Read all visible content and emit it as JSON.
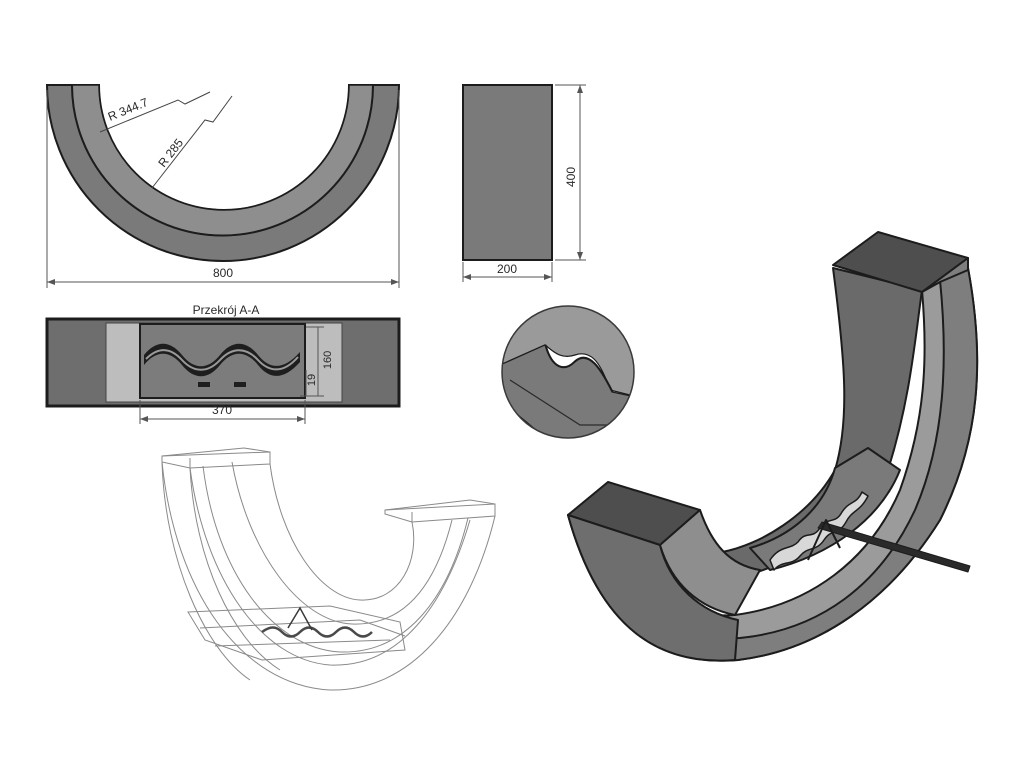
{
  "dimensions": {
    "radius_outer": "R 344.7",
    "radius_inner": "R 285",
    "width_total": "800",
    "side_height": "400",
    "side_width": "200",
    "section_title": "Przekrój A-A",
    "section_height": "160",
    "section_small": "19",
    "section_inner_width": "370"
  },
  "colors": {
    "body_dark": "#6e6e6e",
    "body_mid": "#8c8c8c",
    "body_light": "#a9a9a9",
    "outline": "#1c1c1c",
    "wire": "#8a8a8a"
  }
}
